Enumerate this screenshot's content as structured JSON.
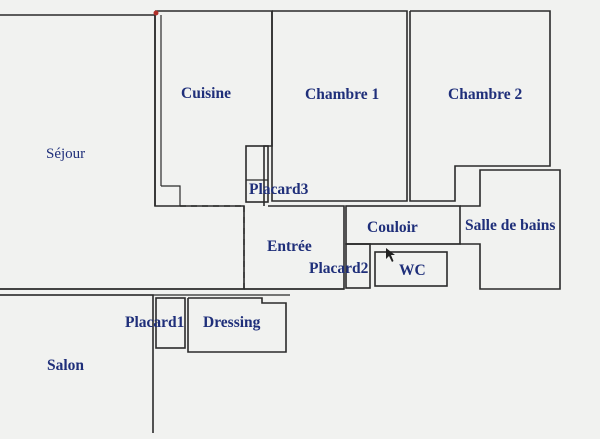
{
  "floor_plan": {
    "rooms": {
      "sejour": "Séjour",
      "cuisine": "Cuisine",
      "chambre1": "Chambre 1",
      "chambre2": "Chambre 2",
      "placard3": "Placard3",
      "couloir": "Couloir",
      "salle_de_bains": "Salle de bains",
      "entree": "Entrée",
      "placard2": "Placard2",
      "wc": "WC",
      "placard1": "Placard1",
      "dressing": "Dressing",
      "salon": "Salon"
    },
    "colors": {
      "label": "#1f2f7a",
      "wall": "#2b2b2b",
      "background": "#f1f2f0"
    }
  }
}
